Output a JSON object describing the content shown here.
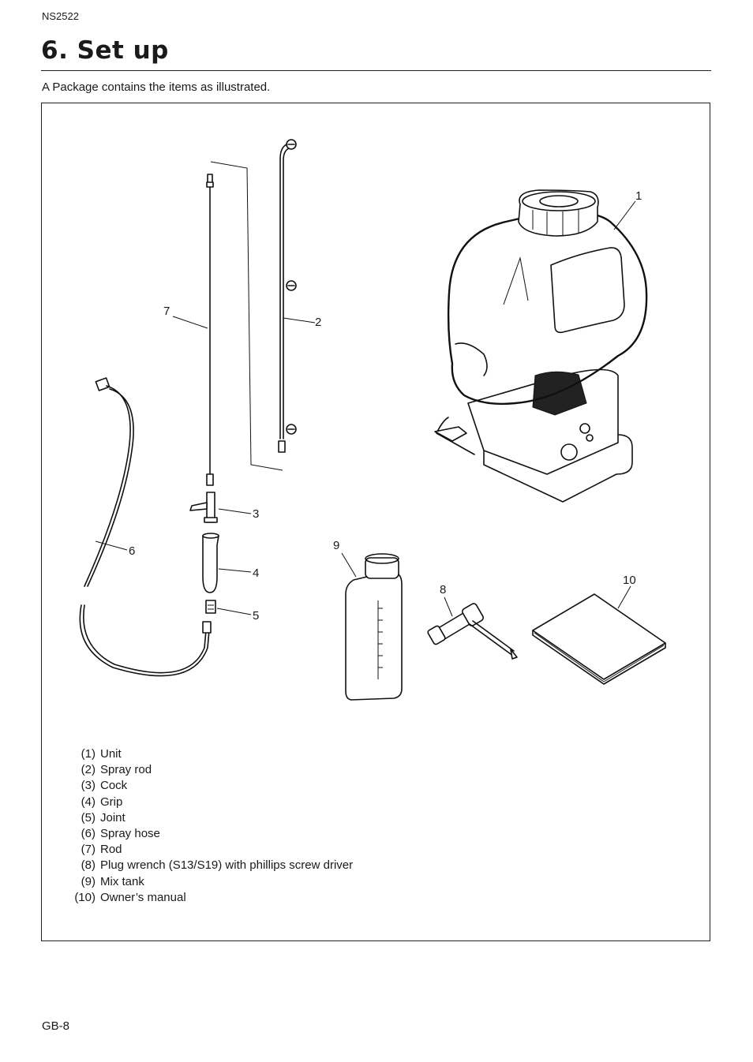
{
  "header": {
    "model": "NS2522"
  },
  "section": {
    "title": "6. Set up",
    "intro": "A Package contains the items as illustrated."
  },
  "callouts": [
    "1",
    "2",
    "3",
    "4",
    "5",
    "6",
    "7",
    "8",
    "9",
    "10"
  ],
  "parts": [
    {
      "num": "(1)",
      "label": "Unit"
    },
    {
      "num": "(2)",
      "label": "Spray rod"
    },
    {
      "num": "(3)",
      "label": "Cock"
    },
    {
      "num": "(4)",
      "label": "Grip"
    },
    {
      "num": "(5)",
      "label": "Joint"
    },
    {
      "num": "(6)",
      "label": "Spray hose"
    },
    {
      "num": "(7)",
      "label": "Rod"
    },
    {
      "num": "(8)",
      "label": "Plug wrench (S13/S19) with phillips screw driver"
    },
    {
      "num": "(9)",
      "label": "Mix tank"
    },
    {
      "num": "(10)",
      "label": "Owner’s manual"
    }
  ],
  "footer": {
    "page": "GB-8"
  }
}
